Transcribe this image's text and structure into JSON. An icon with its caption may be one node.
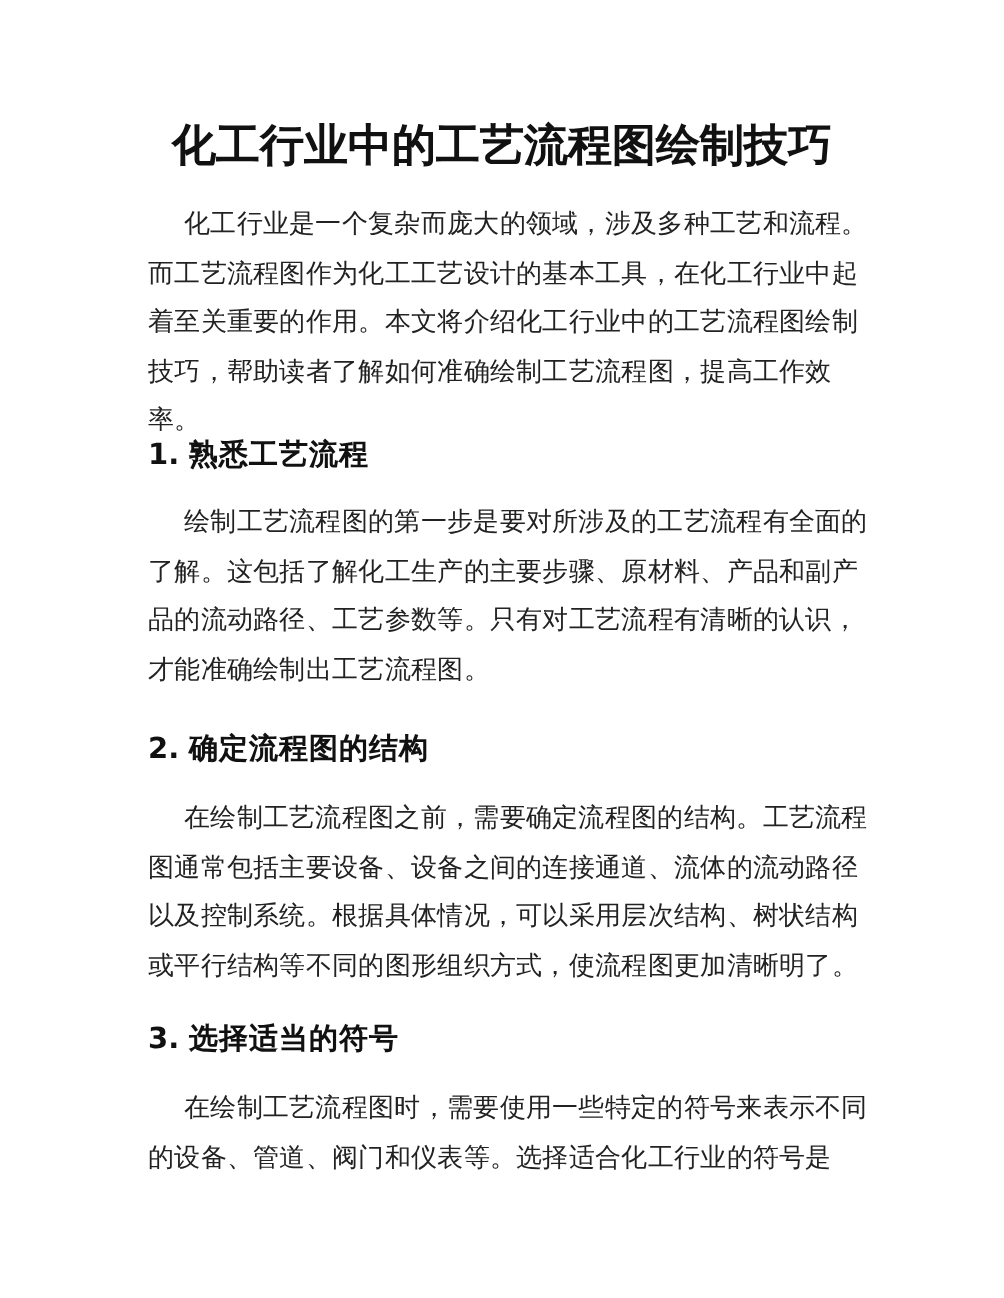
{
  "diagram": {
    "title": "化工行业中的工艺流程图绘制技巧",
    "labels": [
      "化工行业是一个复杂而庞大的领域，涉及多种工艺和流程。而工艺流程图作为化工工艺设计的基本工具，在化工行业中起着至关重要的作用。本文将介绍化工行业中的工艺流程图绘制技巧，帮助读者了解如何准确绘制工艺流程图，提高工作效率。",
      "1. 熟悉工艺流程",
      "绘制工艺流程图的第一步是要对所涉及的工艺流程有全面的了解。这包括了解化工生产的主要步骤、原材料、产品和副产品的流动路径、工艺参数等。只有对工艺流程有清晰的认识，才能准确绘制出工艺流程图。",
      "2. 确定流程图的结构",
      "在绘制工艺流程图之前，需要确定流程图的结构。工艺流程图通常包括主要设备、设备之间的连接通道、流体的流动路径以及控制系统。根据具体情况，可以采用层次结构、树状结构或平行结构等不同的图形组织方式，使流程图更加清晰明了。",
      "3. 选择适当的符号",
      "在绘制工艺流程图时，需要使用一些特定的符号来表示不同的设备、管道、阀门和仪表等。选择适合化工行业的符号是"
    ]
  }
}
